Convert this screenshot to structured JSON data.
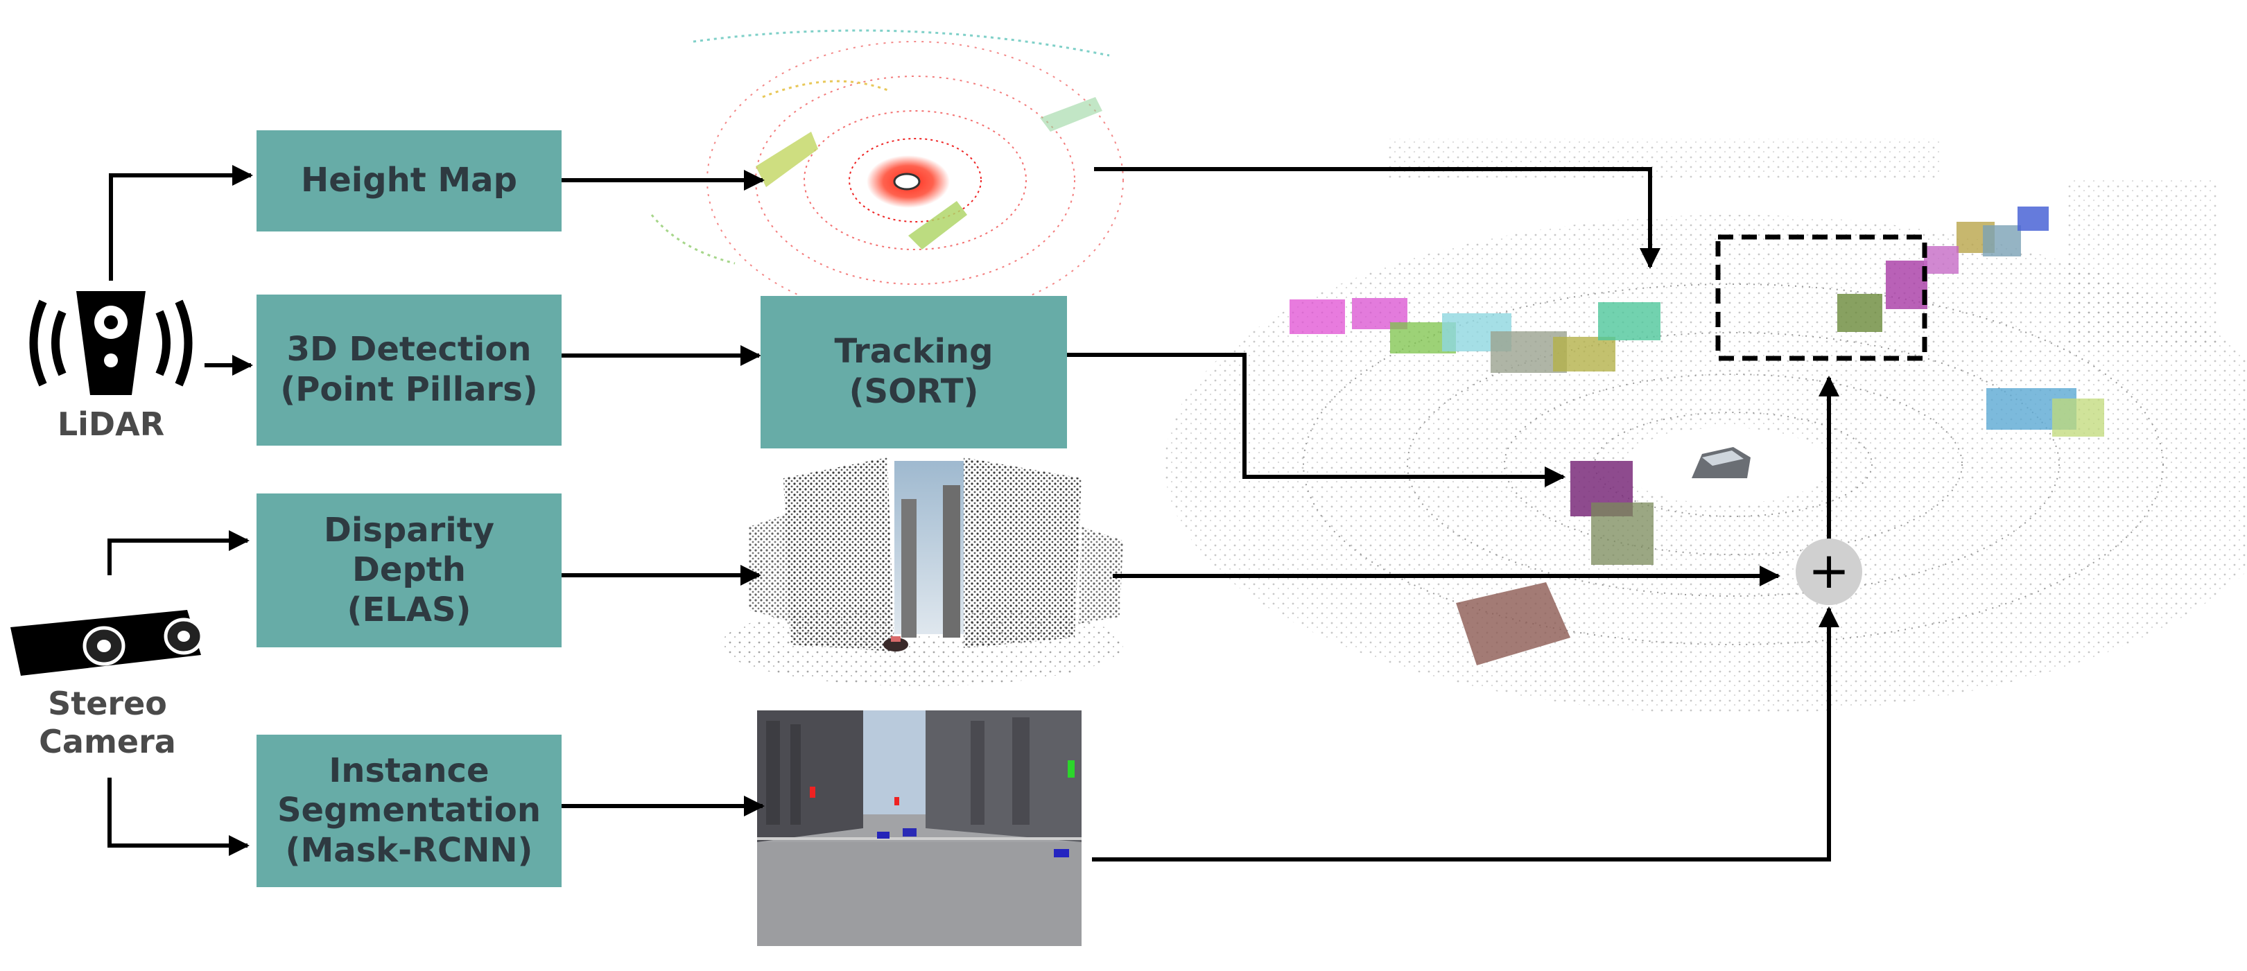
{
  "sensors": {
    "lidar": {
      "label": "LiDAR",
      "icon": "lidar-sensor-icon"
    },
    "stereo": {
      "label": "Stereo\nCamera",
      "icon": "stereo-camera-icon"
    }
  },
  "boxes": {
    "height_map": "Height Map",
    "detection": "3D Detection\n(Point Pillars)",
    "tracking": "Tracking\n(SORT)",
    "disparity": "Disparity\nDepth\n(ELAS)",
    "segmentation": "Instance\nSegmentation\n(Mask-RCNN)"
  },
  "fusion": {
    "symbol": "+",
    "icon": "plus-fusion-icon"
  },
  "colors": {
    "box_fill": "#67aca7",
    "box_text": "#2e3a41",
    "arrow": "#000000",
    "fusion_circle": "#d0d0d0"
  }
}
